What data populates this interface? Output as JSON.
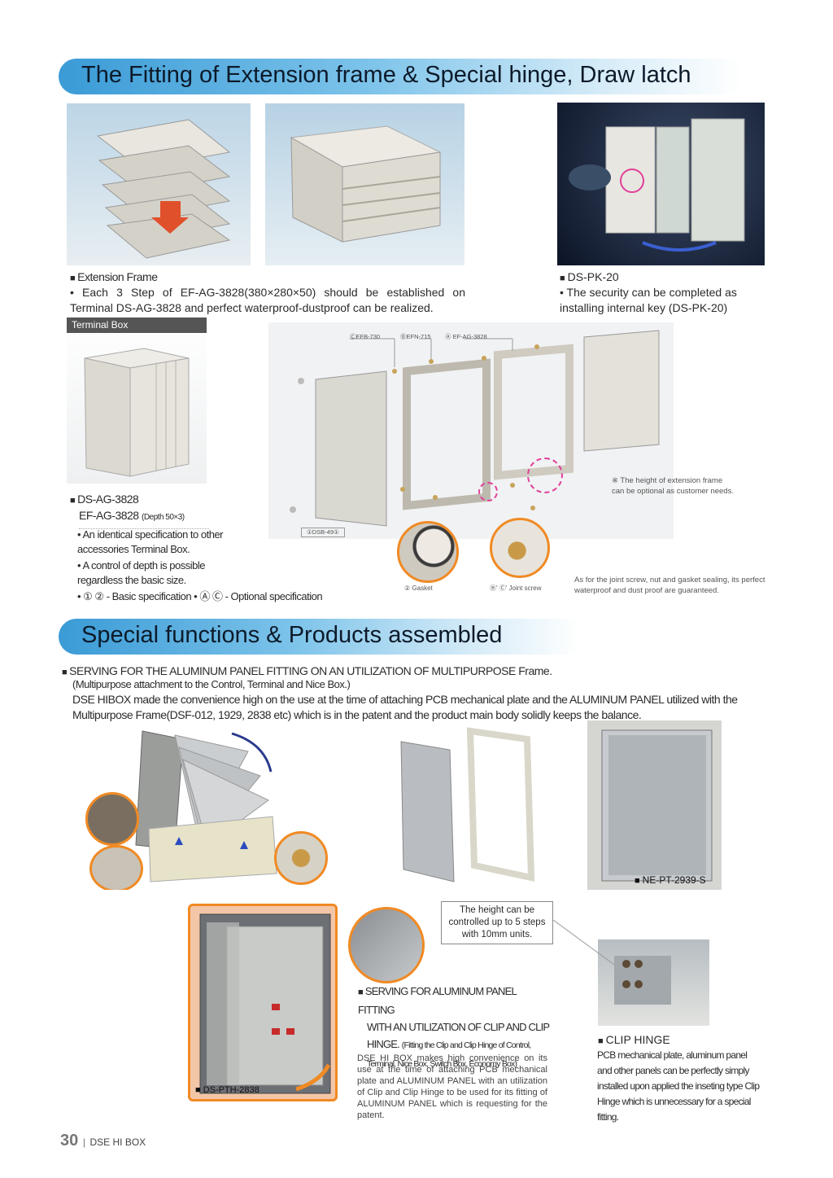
{
  "section1": {
    "title": "The Fitting of Extension frame & Special hinge, Draw latch"
  },
  "extension_frame": {
    "heading": "Extension Frame",
    "text": "• Each 3 Step of EF-AG-3828(380×280×50) should be established on Terminal DS-AG-3828 and perfect waterproof-dustproof can be realized."
  },
  "ds_pk_20": {
    "heading": "DS-PK-20",
    "text": "• The security can be completed as installing internal key (DS-PK-20)"
  },
  "terminal_box": {
    "label": "Terminal Box"
  },
  "ds_ag_3828": {
    "heading": "DS-AG-3828",
    "sub": "EF-AG-3828",
    "sub_small": "(Depth 50×3)",
    "bullets": [
      "• An identical specification to other accessories Terminal Box.",
      "• A control of depth is possible regardless the basic size.",
      "• ① ② - Basic specification   • Ⓐ Ⓒ - Optional specification"
    ]
  },
  "exploded": {
    "labels": [
      "ⒸEFB-730",
      "ⒷEFN-715",
      "Ⓐ EF-AG-3828",
      "①DSB-49①"
    ],
    "note": "※ The height of extension frame can be optional as customer needs.",
    "gasket": "② Gasket",
    "joint": "Ⓑ' Ⓒ' Joint screw",
    "guarantee": "As for the joint screw, nut and gasket sealing, its perfect waterproof and dust proof are guaranteed."
  },
  "section2": {
    "title": "Special functions & Products assembled"
  },
  "serving": {
    "heading": "SERVING FOR THE ALUMINUM PANEL FITTING ON AN UTILIZATION OF MULTIPURPOSE Frame.",
    "sub": "(Multipurpose attachment to the Control, Terminal and Nice Box.)",
    "body": "DSE HIBOX made the convenience high on the use at the time of attaching PCB mechanical plate and the ALUMINUM PANEL utilized with the Multipurpose Frame(DSF-012, 1929, 2838 etc) which is in the patent and the product main body solidly keeps the balance."
  },
  "ne_pt": {
    "label": "NE-PT-2939-S"
  },
  "ds_pth": {
    "label": "DS-PTH-2838"
  },
  "height_callout": "The height can be controlled up to 5 steps with 10mm units.",
  "clip_fitting": {
    "heading_lines": [
      "SERVING FOR ALUMINUM PANEL FITTING",
      "WITH AN UTILIZATION OF CLIP AND CLIP",
      "HINGE."
    ],
    "heading_small": "(Fitting the Clip and Clip Hinge of Control,",
    "heading_small2": "Terminal, Nice Box, Switch Box, Economy Box)",
    "body": "DSE HI BOX makes high convenience on its use at the time of attaching PCB mechanical plate and ALUMINUM PANEL with an utilization of Clip and Clip Hinge to be used for its fitting of ALUMINUM PANEL which is requesting for the patent."
  },
  "clip_hinge": {
    "heading": "CLIP HINGE",
    "body": "PCB mechanical plate, aluminum panel and other panels can be perfectly simply installed upon applied the inseting type Clip Hinge which is unnecessary for a special fitting."
  },
  "footer": {
    "page": "30",
    "brand": "DSE HI BOX"
  },
  "colors": {
    "accent": "#3a9bd6",
    "highlight": "#f08a24",
    "marker": "#e0409a"
  }
}
